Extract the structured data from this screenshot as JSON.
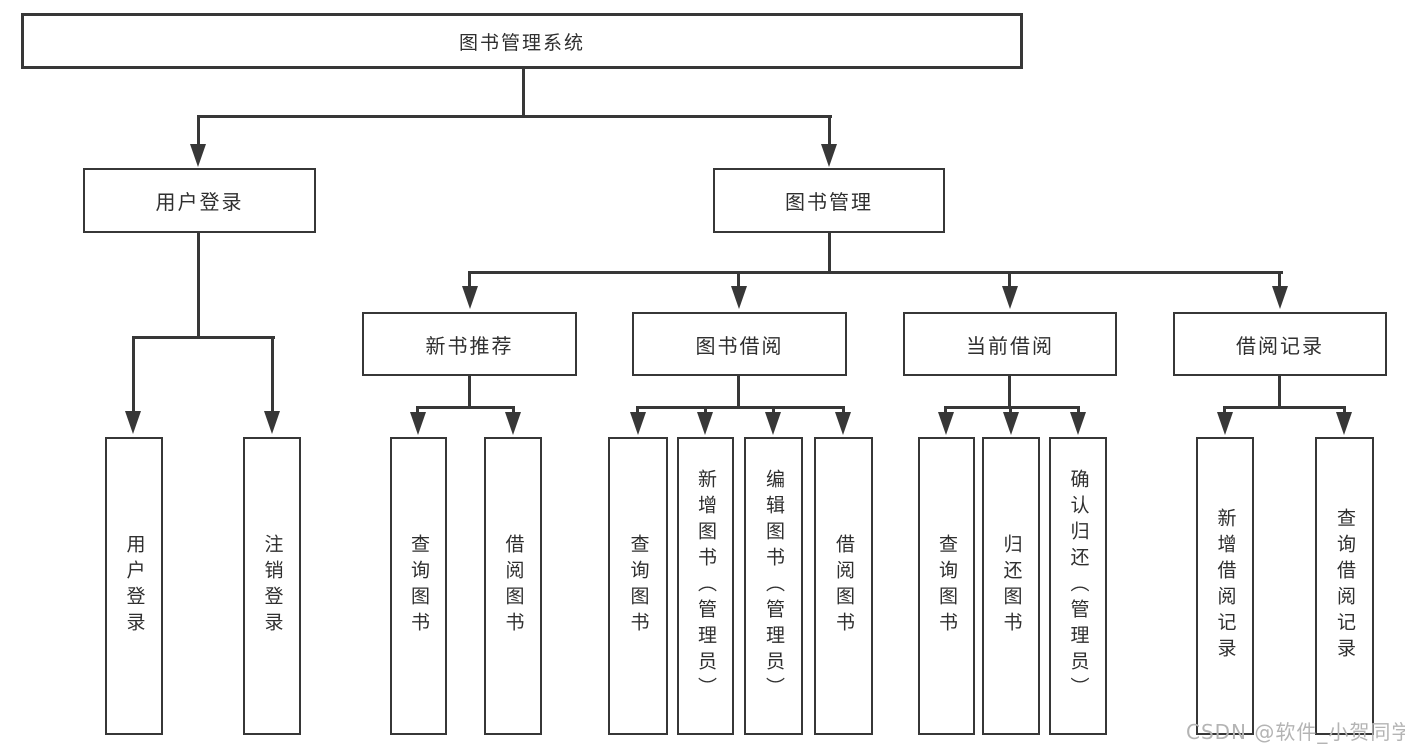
{
  "diagram_title": "图书管理系统",
  "nodes": {
    "root": {
      "label": "图书管理系统"
    },
    "level2": [
      {
        "label": "用户登录"
      },
      {
        "label": "图书管理"
      }
    ],
    "level3": [
      {
        "label": "新书推荐",
        "parent": "图书管理"
      },
      {
        "label": "图书借阅",
        "parent": "图书管理"
      },
      {
        "label": "当前借阅",
        "parent": "图书管理"
      },
      {
        "label": "借阅记录",
        "parent": "图书管理"
      }
    ],
    "leaves": [
      {
        "label": "用户登录",
        "parent": "用户登录"
      },
      {
        "label": "注销登录",
        "parent": "用户登录"
      },
      {
        "label": "查询图书",
        "parent": "新书推荐"
      },
      {
        "label": "借阅图书",
        "parent": "新书推荐"
      },
      {
        "label": "查询图书",
        "parent": "图书借阅"
      },
      {
        "label": "新增图书（管理员）",
        "parent": "图书借阅"
      },
      {
        "label": "编辑图书（管理员）",
        "parent": "图书借阅"
      },
      {
        "label": "借阅图书",
        "parent": "图书借阅"
      },
      {
        "label": "查询图书",
        "parent": "当前借阅"
      },
      {
        "label": "归还图书",
        "parent": "当前借阅"
      },
      {
        "label": "确认归还（管理员）",
        "parent": "当前借阅"
      },
      {
        "label": "新增借阅记录",
        "parent": "借阅记录"
      },
      {
        "label": "查询借阅记录",
        "parent": "借阅记录"
      }
    ]
  },
  "watermark": {
    "text": "CSDN @软件_小贺同学"
  },
  "colors": {
    "line": "#373737",
    "border": "#373737",
    "text": "#2f2f2f",
    "background": "#ffffff",
    "watermark": "#b4b4b4"
  }
}
